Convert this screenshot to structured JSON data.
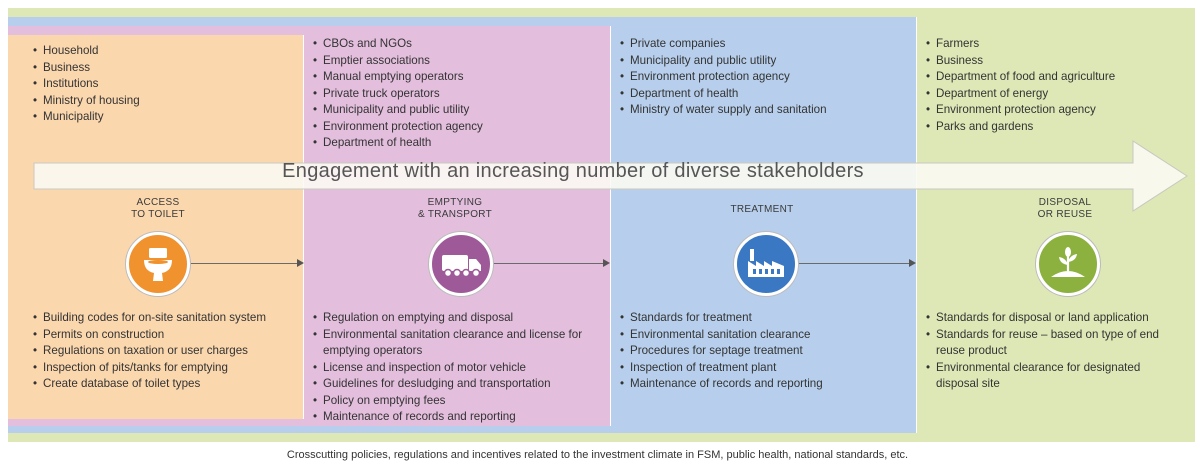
{
  "banner": "Engagement with an increasing number of diverse stakeholders",
  "footer": "Crosscutting policies, regulations and incentives related to the investment climate in FSM, public health, national standards, etc.",
  "colors": {
    "orange": "#f0922e",
    "purple": "#9e5a98",
    "blue": "#3b78c3",
    "green": "#8cb13f"
  },
  "stages": [
    {
      "title_line1": "ACCESS",
      "title_line2": "TO TOILET",
      "icon": "toilet-icon",
      "stakeholders": [
        "Household",
        "Business",
        "Institutions",
        "Ministry of housing",
        "Municipality"
      ],
      "regulations": [
        "Building codes for on-site sanitation system",
        "Permits on construction",
        "Regulations on taxation or user charges",
        "Inspection of pits/tanks for emptying",
        "Create database of toilet types"
      ]
    },
    {
      "title_line1": "EMPTYING",
      "title_line2": "& TRANSPORT",
      "icon": "truck-icon",
      "stakeholders": [
        "CBOs and NGOs",
        "Emptier associations",
        "Manual emptying operators",
        "Private truck operators",
        "Municipality and public utility",
        "Environment protection agency",
        "Department of health"
      ],
      "regulations": [
        "Regulation on emptying and disposal",
        "Environmental sanitation clearance and license for emptying operators",
        "License and inspection of motor vehicle",
        "Guidelines for desludging and transportation",
        "Policy on emptying fees",
        "Maintenance of records and reporting"
      ]
    },
    {
      "title_line1": "TREATMENT",
      "title_line2": "",
      "icon": "factory-icon",
      "stakeholders": [
        "Private companies",
        "Municipality and public utility",
        "Environment protection agency",
        "Department of health",
        "Ministry of water supply and sanitation"
      ],
      "regulations": [
        "Standards for treatment",
        "Environmental sanitation clearance",
        "Procedures for septage treatment",
        "Inspection of treatment plant",
        "Maintenance of records and reporting"
      ]
    },
    {
      "title_line1": "DISPOSAL",
      "title_line2": "OR REUSE",
      "icon": "plant-icon",
      "stakeholders": [
        "Farmers",
        "Business",
        "Department of food and agriculture",
        "Department of energy",
        "Environment protection agency",
        "Parks and gardens"
      ],
      "regulations": [
        "Standards for disposal or land application",
        "Standards for reuse – based on type of end reuse product",
        "Environmental clearance for designated disposal site"
      ]
    }
  ]
}
